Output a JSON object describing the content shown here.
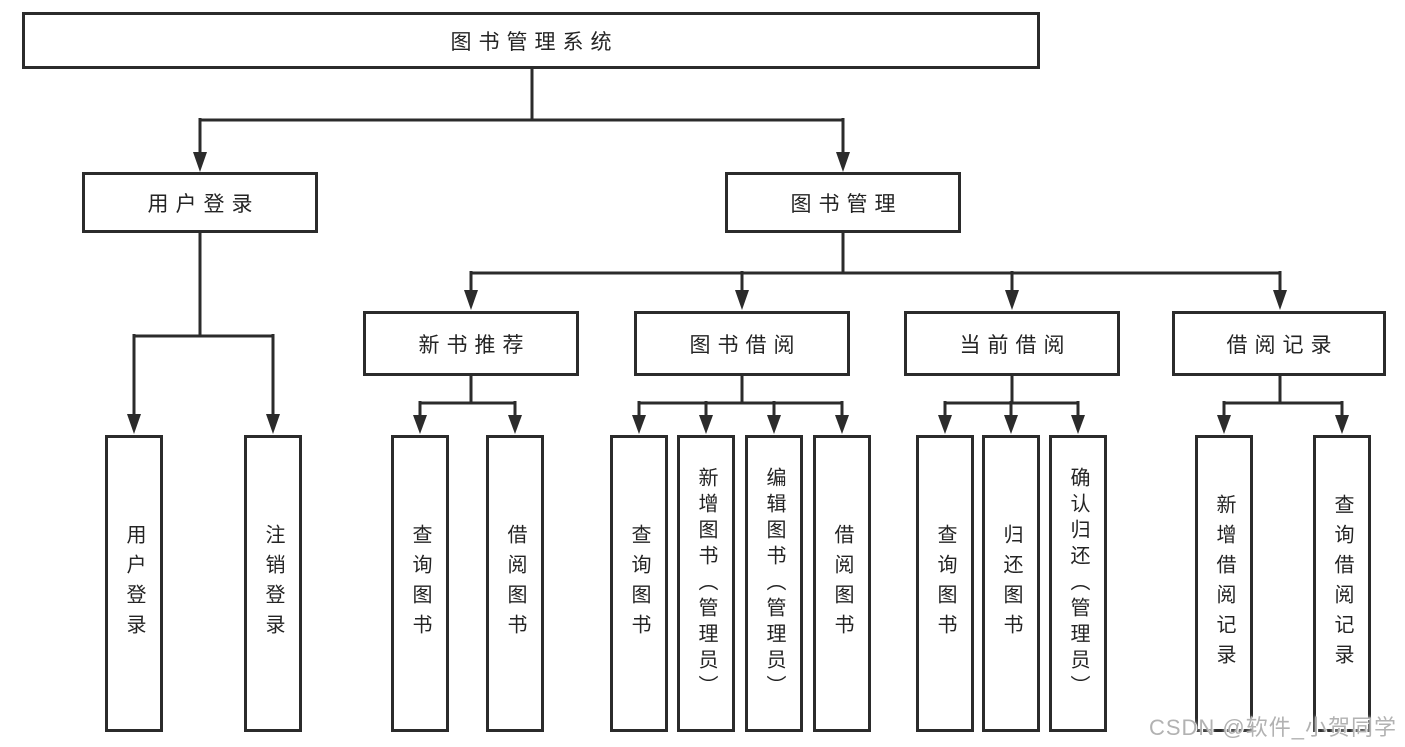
{
  "diagram": {
    "root": {
      "label": "图书管理系统"
    },
    "branches": [
      {
        "label": "用户登录",
        "children": [
          {
            "label": "用户登录"
          },
          {
            "label": "注销登录"
          }
        ]
      },
      {
        "label": "图书管理",
        "children": [
          {
            "label": "新书推荐",
            "children": [
              {
                "label": "查询图书"
              },
              {
                "label": "借阅图书"
              }
            ]
          },
          {
            "label": "图书借阅",
            "children": [
              {
                "label": "查询图书"
              },
              {
                "label": "新增图书（管理员）"
              },
              {
                "label": "编辑图书（管理员）"
              },
              {
                "label": "借阅图书"
              }
            ]
          },
          {
            "label": "当前借阅",
            "children": [
              {
                "label": "查询图书"
              },
              {
                "label": "归还图书"
              },
              {
                "label": "确认归还（管理员）"
              }
            ]
          },
          {
            "label": "借阅记录",
            "children": [
              {
                "label": "新增借阅记录"
              },
              {
                "label": "查询借阅记录"
              }
            ]
          }
        ]
      }
    ]
  },
  "watermark": {
    "text": "CSDN @软件_小贺同学"
  },
  "colors": {
    "line": "#2b2b2b",
    "text": "#242424",
    "background": "#ffffff",
    "watermark": "#b2b2b2"
  }
}
